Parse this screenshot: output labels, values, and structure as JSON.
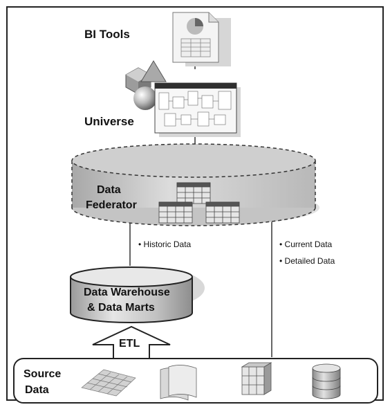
{
  "diagram": {
    "bi_tools": "BI Tools",
    "universe": "Universe",
    "data_federator_line1": "Data",
    "data_federator_line2": "Federator",
    "historic_data": "• Historic Data",
    "current_data": "• Current Data",
    "detailed_data": "• Detailed Data",
    "warehouse_line1": "Data Warehouse",
    "warehouse_line2": "& Data Marts",
    "etl": "ETL",
    "source_line1": "Source",
    "source_line2": "Data"
  },
  "colors": {
    "frame": "#222222",
    "cylinder_fill": "#c8c8c8",
    "shadow": "#d6d6d6",
    "line": "#333333"
  }
}
